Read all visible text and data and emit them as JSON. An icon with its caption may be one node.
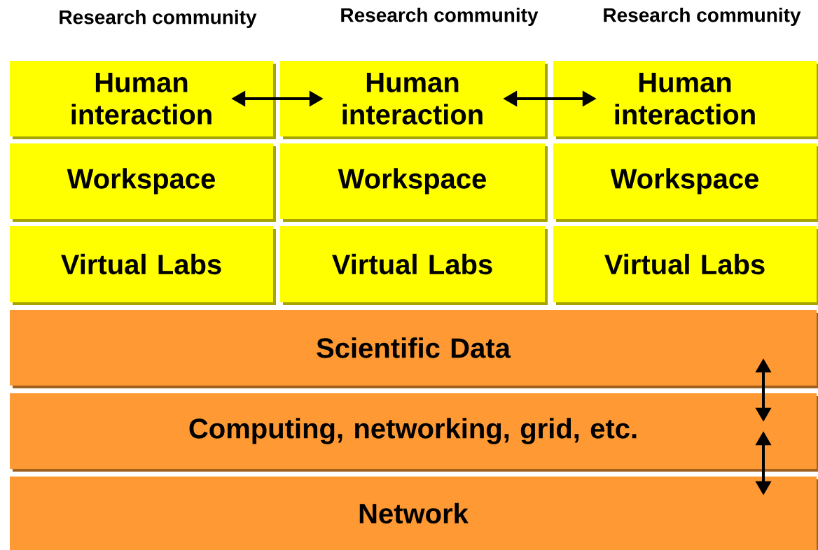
{
  "diagram": {
    "nodes": [
      {
        "text": [
          "Human interaction"
        ]
      },
      {
        "text": [
          "Human interaction"
        ]
      },
      {
        "text": [
          "Human interaction"
        ]
      },
      {
        "text": [
          "Workspace"
        ]
      },
      {
        "text": [
          "Workspace"
        ]
      },
      {
        "text": [
          "Workspace"
        ]
      },
      {
        "text": [
          "Virtual Labs"
        ]
      },
      {
        "text": [
          "Virtual Labs"
        ]
      },
      {
        "text": [
          "Virtual Labs"
        ]
      },
      {
        "text": [
          "Scientific Data"
        ]
      },
      {
        "text": [
          "Computing, networking, grid, etc."
        ]
      },
      {
        "text": [
          "Network"
        ]
      }
    ],
    "edges": [
      {
        "from": 0,
        "to": 1,
        "arrow": "both"
      },
      {
        "from": 1,
        "to": 2,
        "arrow": "both"
      },
      {
        "from": 9,
        "to": 10,
        "arrow": "both"
      },
      {
        "from": 10,
        "to": 11,
        "arrow": "both"
      }
    ],
    "labels": [
      "Research community",
      "Research community",
      "Research community"
    ]
  }
}
